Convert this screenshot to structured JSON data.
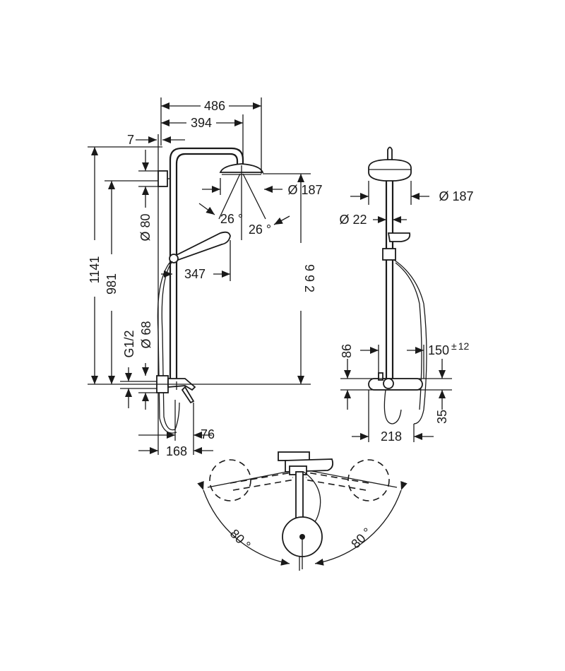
{
  "side_view": {
    "dims": {
      "total_width": "486",
      "head_arm": "394",
      "wall_offset": "7",
      "height_total": "1141",
      "height_holder": "981",
      "bracket_dia": "Ø 80",
      "head_angle_left": "26 °",
      "head_angle_right": "26 °",
      "head_dia": "Ø 187",
      "hand_reach": "347",
      "head_height": "9 9 2",
      "inlet_thread": "G1/2",
      "inlet_dia": "Ø 68",
      "spout_a": "76",
      "spout_b": "168"
    }
  },
  "front_view": {
    "dims": {
      "head_dia": "Ø 187",
      "pipe_dia": "Ø 22",
      "left_offset": "86",
      "hose_offset": "150",
      "hose_tol": "±",
      "hose_tol_value": "12",
      "below_mixer": "35",
      "mixer_width": "218"
    }
  },
  "top_view": {
    "dims": {
      "swivel_left": "80 °",
      "swivel_right": "80 °"
    }
  }
}
